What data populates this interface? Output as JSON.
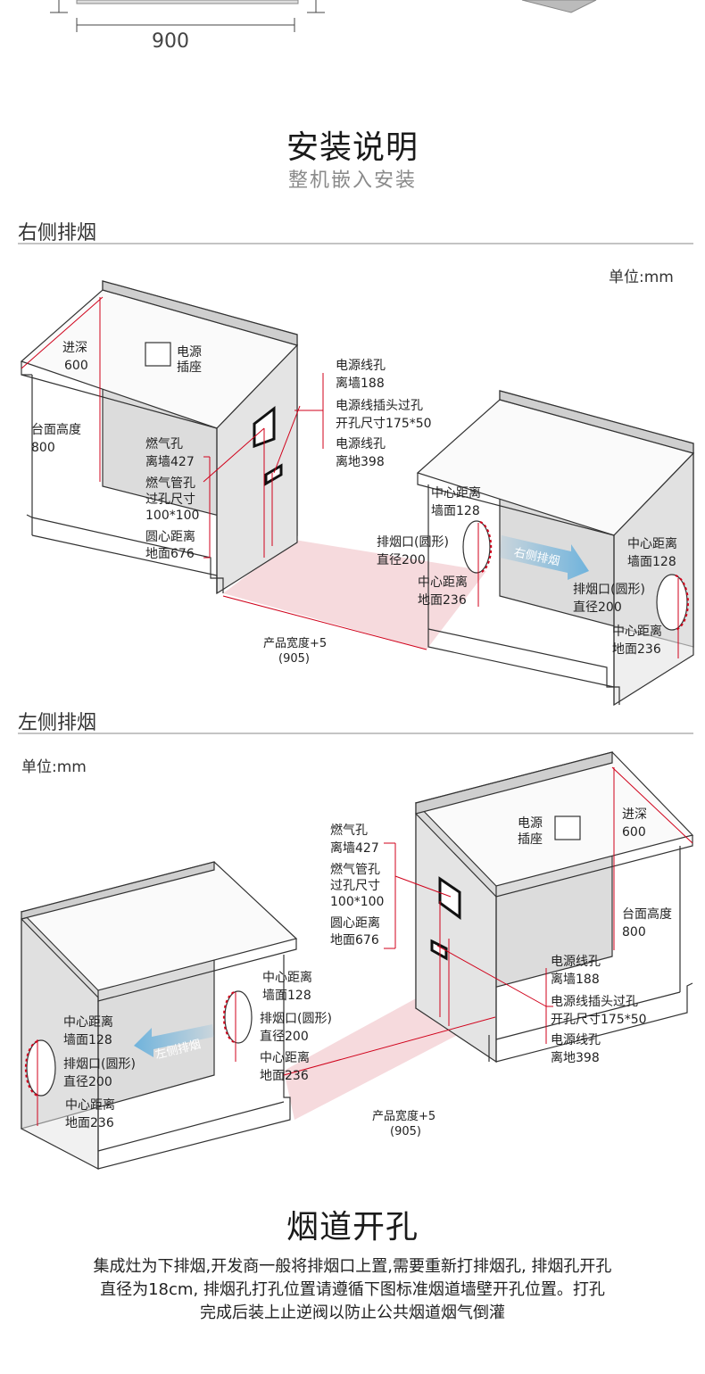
{
  "top": {
    "dimension": "900"
  },
  "header": {
    "title": "安装说明",
    "subtitle": "整机嵌入安装"
  },
  "right_section": {
    "title": "右侧排烟",
    "unit": "单位:mm",
    "labels": {
      "depth_a": "进深",
      "depth_b": "600",
      "counter_a": "台面高度",
      "counter_b": "800",
      "socket_a": "电源",
      "socket_b": "插座",
      "gas_wall_a": "燃气孔",
      "gas_wall_b": "离墙427",
      "gas_pipe_a": "燃气管孔",
      "gas_pipe_b": "过孔尺寸",
      "gas_pipe_c": "100*100",
      "gas_floor_a": "圆心距离",
      "gas_floor_b": "地面676",
      "power_wall_a": "电源线孔",
      "power_wall_b": "离墙188",
      "plug_a": "电源线插头过孔",
      "plug_b": "开孔尺寸175*50",
      "power_floor_a": "电源线孔",
      "power_floor_b": "离地398",
      "c1_wall_a": "中心距离",
      "c1_wall_b": "墙面128",
      "exhaust1_a": "排烟口(圆形)",
      "exhaust1_b": "直径200",
      "c1_floor_a": "中心距离",
      "c1_floor_b": "地面236",
      "c2_wall_a": "中心距离",
      "c2_wall_b": "墙面128",
      "exhaust2_a": "排烟口(圆形)",
      "exhaust2_b": "直径200",
      "c2_floor_a": "中心距离",
      "c2_floor_b": "地面236",
      "arrow": "右侧排烟",
      "width_a": "产品宽度+5",
      "width_b": "(905)"
    }
  },
  "left_section": {
    "title": "左侧排烟",
    "unit": "单位:mm",
    "labels": {
      "socket_a": "电源",
      "socket_b": "插座",
      "depth_a": "进深",
      "depth_b": "600",
      "counter_a": "台面高度",
      "counter_b": "800",
      "gas_wall_a": "燃气孔",
      "gas_wall_b": "离墙427",
      "gas_pipe_a": "燃气管孔",
      "gas_pipe_b": "过孔尺寸",
      "gas_pipe_c": "100*100",
      "gas_floor_a": "圆心距离",
      "gas_floor_b": "地面676",
      "power_wall_a": "电源线孔",
      "power_wall_b": "离墙188",
      "plug_a": "电源线插头过孔",
      "plug_b": "开孔尺寸175*50",
      "power_floor_a": "电源线孔",
      "power_floor_b": "离地398",
      "c1_wall_a": "中心距离",
      "c1_wall_b": "墙面128",
      "exhaust1_a": "排烟口(圆形)",
      "exhaust1_b": "直径200",
      "c1_floor_a": "中心距离",
      "c1_floor_b": "地面236",
      "c2_wall_a": "中心距离",
      "c2_wall_b": "墙面128",
      "exhaust2_a": "排烟口(圆形)",
      "exhaust2_b": "直径200",
      "c2_floor_a": "中心距离",
      "c2_floor_b": "地面236",
      "arrow": "左侧排烟",
      "width_a": "产品宽度+5",
      "width_b": "(905)"
    }
  },
  "flue": {
    "title": "烟道开孔",
    "line1": "集成灶为下排烟,开发商一般将排烟口上置,需要重新打排烟孔, 排烟孔开孔",
    "line2": "直径为18cm, 排烟孔打孔位置请遵循下图标准烟道墙壁开孔位置。打孔",
    "line3": "完成后装上止逆阀以防止公共烟道烟气倒灌"
  },
  "colors": {
    "accent": "#d0021b",
    "wall": "#d9d9d9",
    "floor": "#f6dadd",
    "arrow": "#6ab1dc"
  }
}
